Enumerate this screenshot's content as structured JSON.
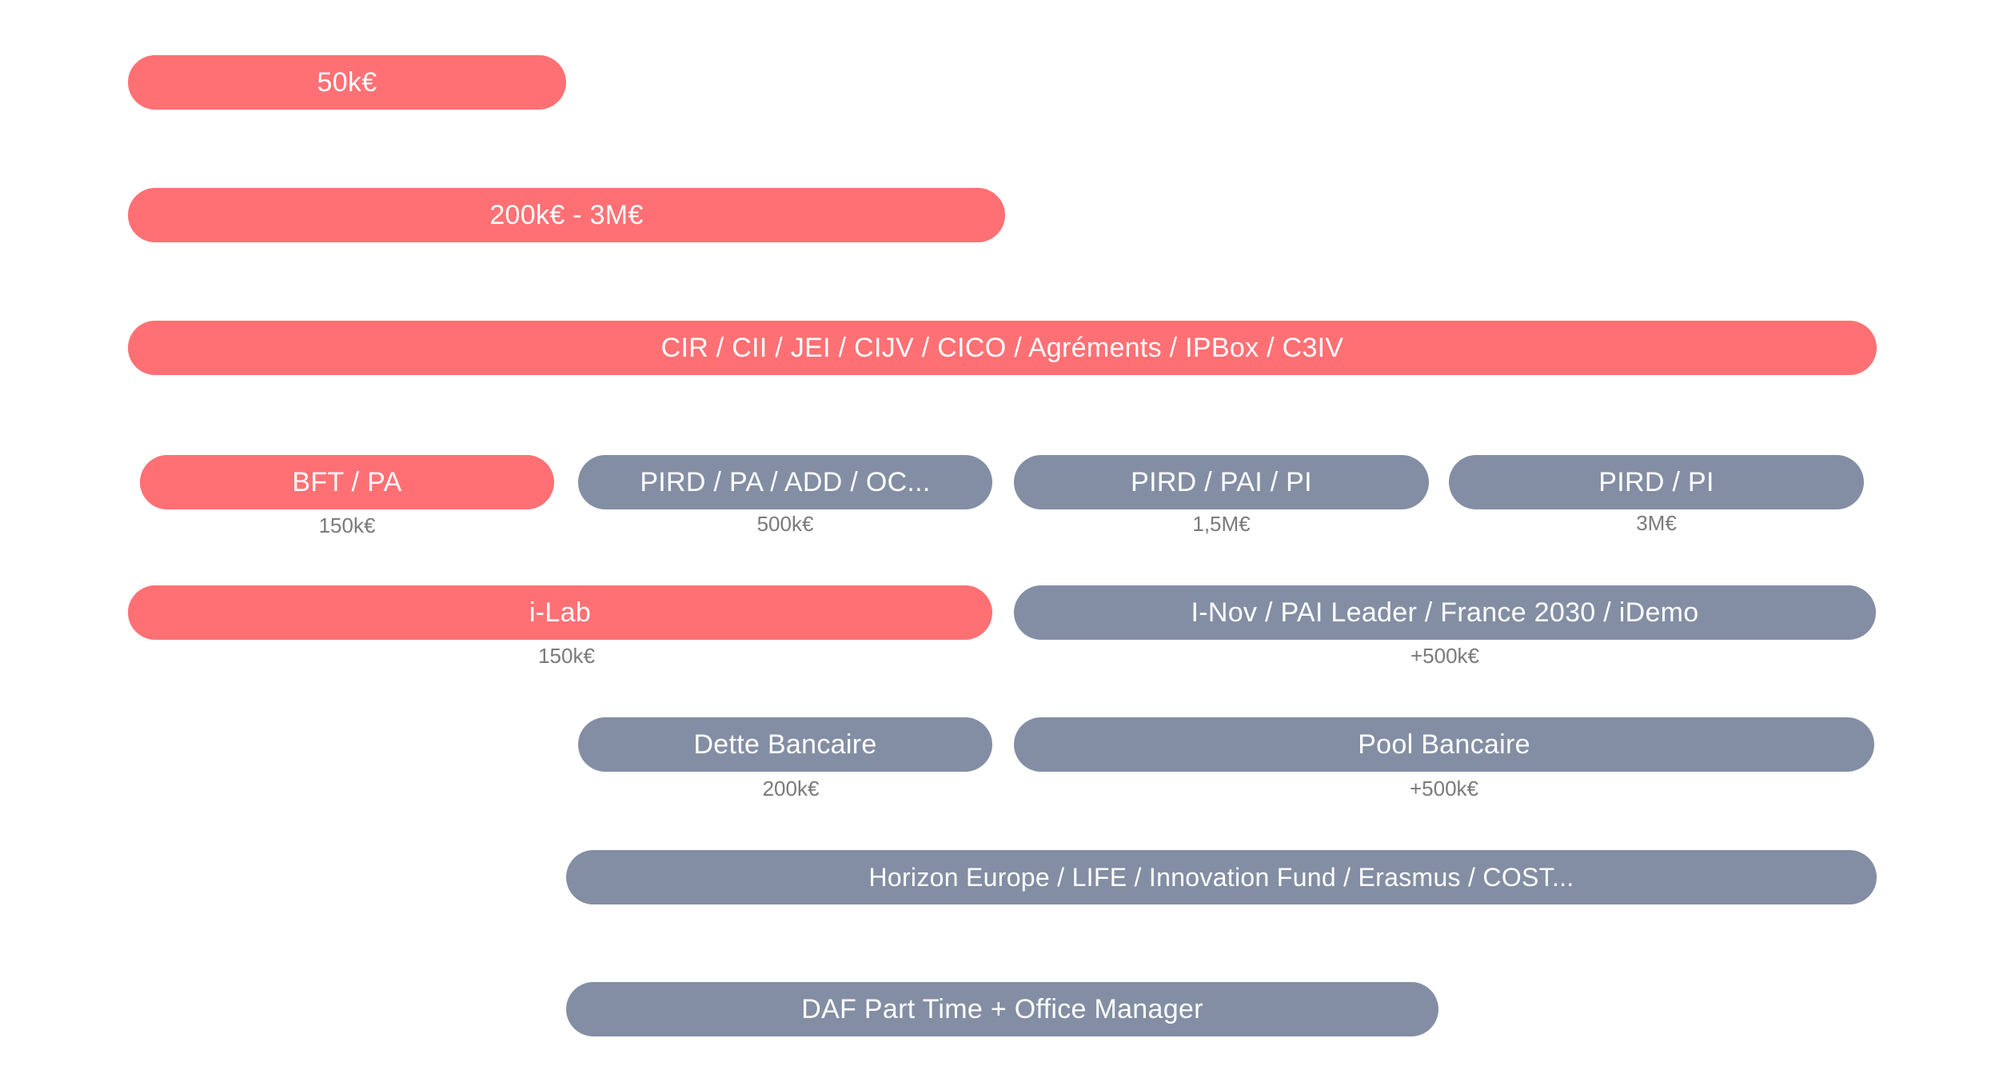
{
  "colors": {
    "red": "#ff7074",
    "grey": "#838ea4",
    "amount_text": "#7a7a7a"
  },
  "bars": {
    "r1": "50k€",
    "r2": "200k€ - 3M€",
    "r3": "CIR / CII / JEI / CIJV / CICO / Agréments / IPBox / C3IV",
    "r4a": "BFT / PA",
    "r4b": "PIRD / PA / ADD / OC...",
    "r4c": "PIRD / PAI / PI",
    "r4d": "PIRD / PI",
    "r5a": "i-Lab",
    "r5b": "I-Nov / PAI Leader / France 2030 / iDemo",
    "r6a": "Dette Bancaire",
    "r6b": "Pool Bancaire",
    "r7": "Horizon Europe / LIFE / Innovation Fund / Erasmus / COST...",
    "r8": "DAF Part Time + Office Manager"
  },
  "amounts": {
    "r4a": "150k€",
    "r4b": "500k€",
    "r4c": "1,5M€",
    "r4d": "3M€",
    "r5a": "150k€",
    "r5b": "+500k€",
    "r6a": "200k€",
    "r6b": "+500k€"
  }
}
